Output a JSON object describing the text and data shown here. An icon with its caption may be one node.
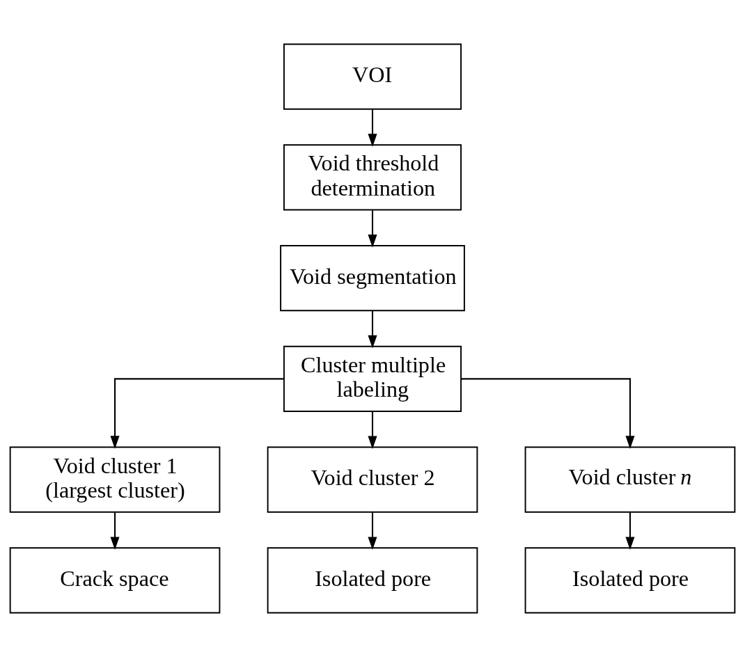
{
  "diagram": {
    "nodes": [
      {
        "text": [
          "VOI"
        ]
      },
      {
        "text": [
          "Void threshold determination"
        ]
      },
      {
        "text": [
          "Void segmentation"
        ]
      },
      {
        "text": [
          "Cluster multiple labeling"
        ]
      },
      {
        "text": [
          "Void cluster 1 (largest cluster)"
        ]
      },
      {
        "text": [
          "Void cluster 2"
        ]
      },
      {
        "text": [
          "Void cluster *n*"
        ]
      },
      {
        "text": [
          "Crack space"
        ]
      },
      {
        "text": [
          "Isolated pore"
        ]
      },
      {
        "text": [
          "Isolated pore"
        ]
      }
    ],
    "edges": [
      {
        "from": 0,
        "to": 1,
        "arrow": "to"
      },
      {
        "from": 1,
        "to": 2,
        "arrow": "to"
      },
      {
        "from": 2,
        "to": 3,
        "arrow": "to"
      },
      {
        "from": 3,
        "to": 4,
        "arrow": "to"
      },
      {
        "from": 3,
        "to": 5,
        "arrow": "to"
      },
      {
        "from": 3,
        "to": 6,
        "arrow": "to"
      },
      {
        "from": 4,
        "to": 7,
        "arrow": "to"
      },
      {
        "from": 5,
        "to": 8,
        "arrow": "to"
      },
      {
        "from": 6,
        "to": 9,
        "arrow": "to"
      }
    ]
  }
}
